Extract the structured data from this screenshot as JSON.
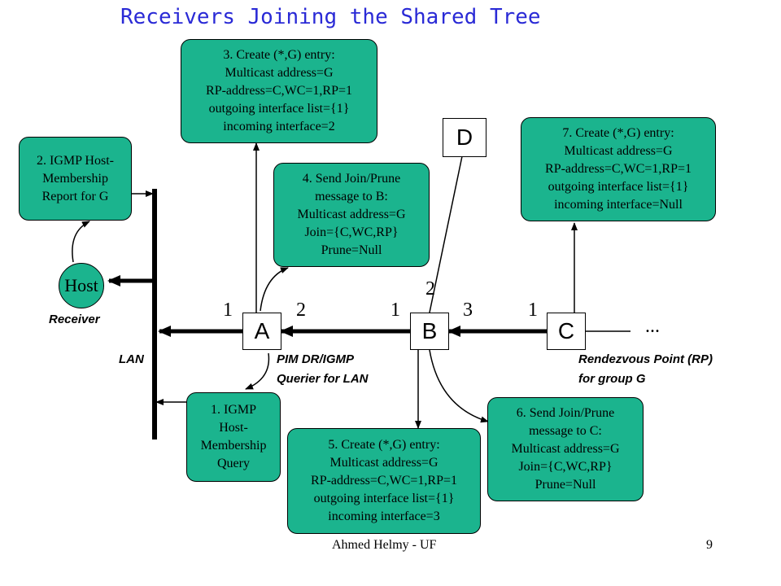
{
  "title": "Receivers Joining the Shared Tree",
  "boxes": {
    "step1": [
      "1. IGMP",
      "Host-",
      "Membership",
      "Query"
    ],
    "step2": [
      "2. IGMP Host-",
      "Membership",
      "Report for G"
    ],
    "step3": [
      "3. Create (*,G) entry:",
      "Multicast address=G",
      "RP-address=C,WC=1,RP=1",
      "outgoing interface list={1}",
      "incoming interface=2"
    ],
    "step4": [
      "4. Send Join/Prune",
      "message to B:",
      "Multicast address=G",
      "Join={C,WC,RP}",
      "Prune=Null"
    ],
    "step5": [
      "5. Create (*,G) entry:",
      "Multicast address=G",
      "RP-address=C,WC=1,RP=1",
      "outgoing interface list={1}",
      "incoming interface=3"
    ],
    "step6": [
      "6. Send Join/Prune",
      "message to C:",
      "Multicast address=G",
      "Join={C,WC,RP}",
      "Prune=Null"
    ],
    "step7": [
      "7. Create (*,G) entry:",
      "Multicast address=G",
      "RP-address=C,WC=1,RP=1",
      "outgoing interface list={1}",
      "incoming interface=Null"
    ]
  },
  "nodes": {
    "a": "A",
    "b": "B",
    "c": "C",
    "d": "D",
    "host": "Host"
  },
  "interfaces": {
    "a_left": "1",
    "a_right": "2",
    "b_left": "1",
    "b_up": "2",
    "b_right": "3",
    "c_left": "1"
  },
  "ellipsis": "...",
  "labels": {
    "receiver": "Receiver",
    "lan": "LAN",
    "pim_line1": "PIM DR/IGMP",
    "pim_line2": "Querier for LAN",
    "rp_line1": "Rendezvous Point (RP)",
    "rp_line2": "for group G"
  },
  "footer": {
    "author": "Ahmed Helmy - UF",
    "page": "9"
  },
  "colors": {
    "box_fill": "#1bb48e",
    "title": "#2a2ad6"
  }
}
